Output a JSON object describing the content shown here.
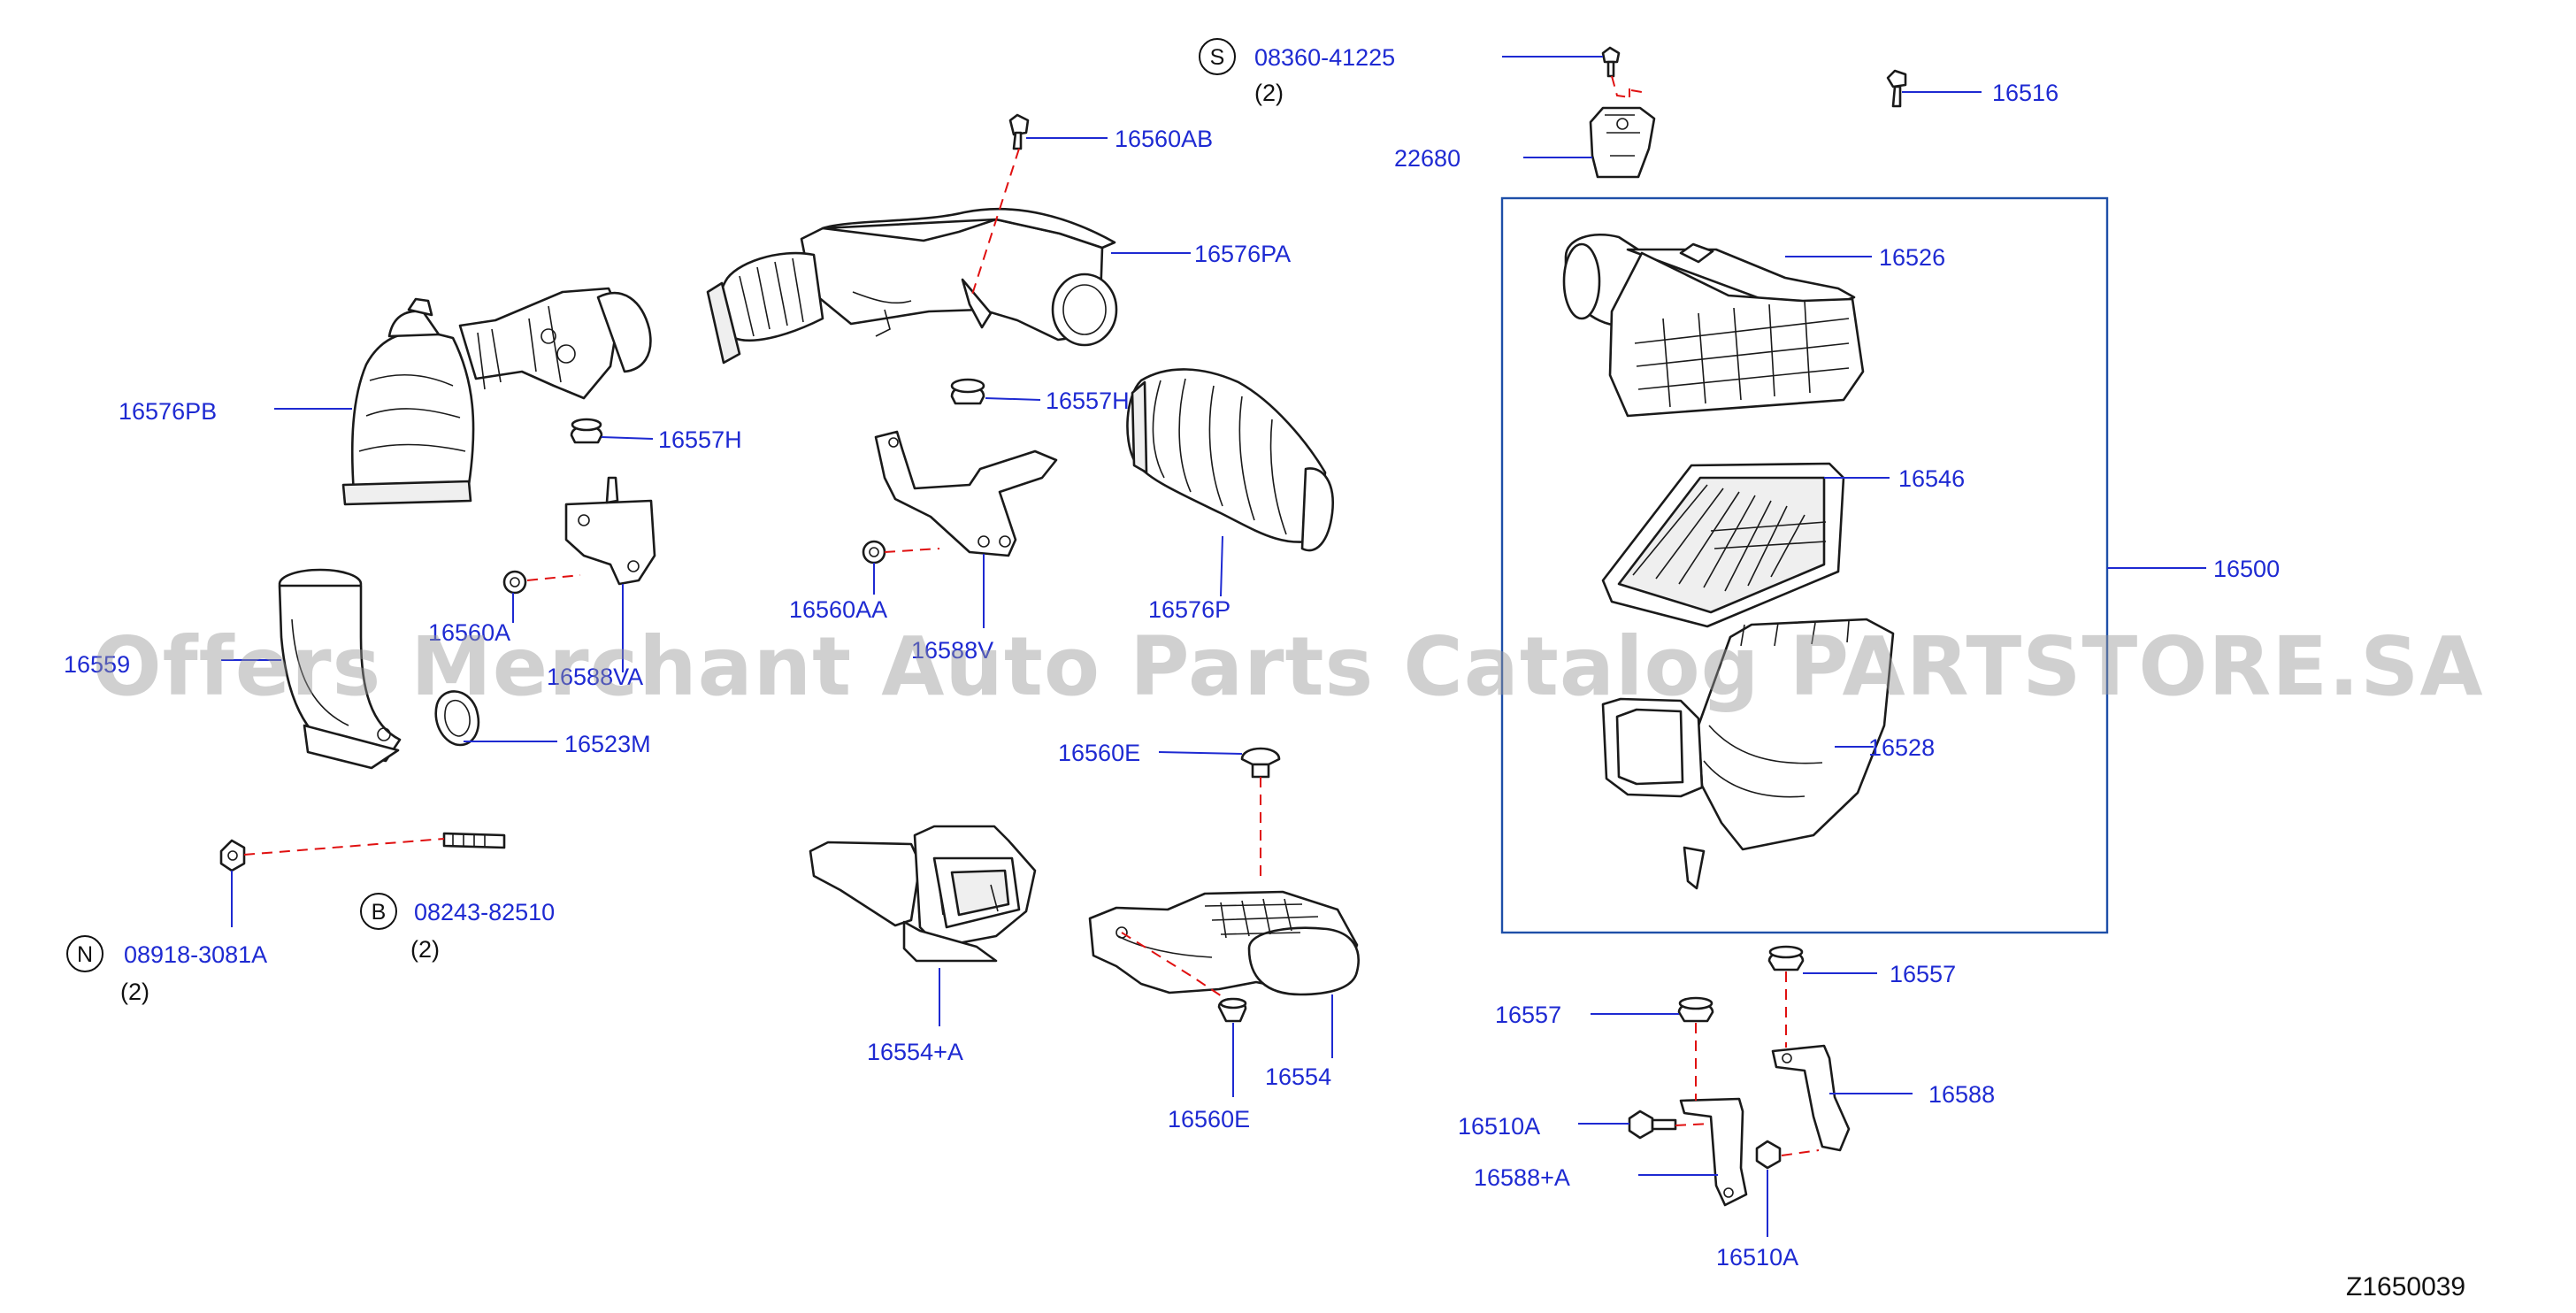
{
  "labels": {
    "p_08360_41225": "08360-41225",
    "q_08360": "(2)",
    "p_16516": "16516",
    "p_22680": "22680",
    "p_16560AB": "16560AB",
    "p_16576PA": "16576PA",
    "p_16526": "16526",
    "p_16576PB": "16576PB",
    "p_16557H_a": "16557H",
    "p_16557H_b": "16557H",
    "p_16546": "16546",
    "p_16500": "16500",
    "p_16560A": "16560A",
    "p_16560AA": "16560AA",
    "p_16576P": "16576P",
    "p_16559": "16559",
    "p_16588VA": "16588VA",
    "p_16588V": "16588V",
    "p_16523M": "16523M",
    "p_16528": "16528",
    "p_16560E_top": "16560E",
    "p_08243_82510": "08243-82510",
    "q_08243": "(2)",
    "p_08918_3081A": "08918-3081A",
    "q_08918": "(2)",
    "p_16554A": "16554+A",
    "p_16554": "16554",
    "p_16560E_bot": "16560E",
    "p_16557_l": "16557",
    "p_16557_r": "16557",
    "p_16588": "16588",
    "p_16510A_l": "16510A",
    "p_16588A": "16588+A",
    "p_16510A_r": "16510A",
    "diagram_code": "Z1650039"
  },
  "ref_circles": {
    "s": "S",
    "b": "B",
    "n": "N"
  },
  "watermark": "Offers Merchant Auto Parts Catalog PARTSTORE.SA",
  "colors": {
    "label": "#1e2ad2",
    "leader": "#1e2ad2",
    "dashed_link": "#e01010",
    "frame": "#1e4fa8",
    "watermark": "#969696"
  }
}
